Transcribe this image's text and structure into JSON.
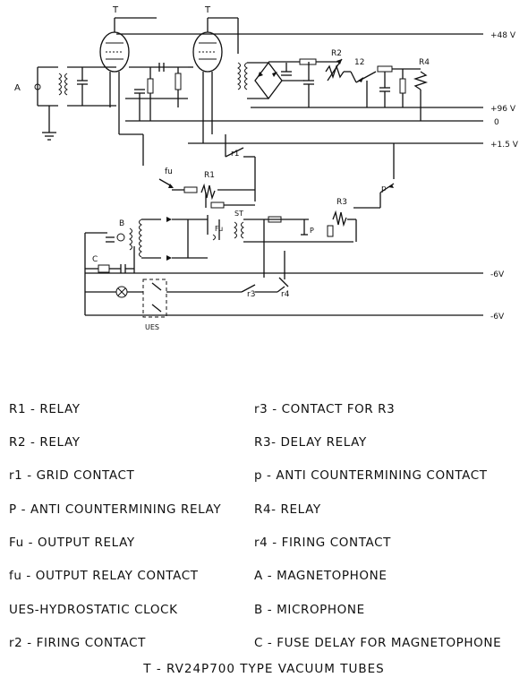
{
  "rail_labels": [
    "+48 V",
    "+96 V",
    "0",
    "+1.5 V",
    "-6V",
    "-6V"
  ],
  "component_labels": {
    "T1": "T",
    "T2": "T",
    "A": "A",
    "R2": "R2",
    "R4": "R4",
    "n12": "12",
    "r1": "r1",
    "fu": "fu",
    "R1": "R1",
    "Fu": "Fu",
    "ST": "ST",
    "R3": "R3",
    "P": "P",
    "p": "p",
    "B": "B",
    "C": "C",
    "r3": "r3",
    "r4": "r4",
    "UES": "UES"
  },
  "legend_left": [
    "R1 - RELAY",
    "R2 - RELAY",
    "r1 - GRID CONTACT",
    "P - ANTI COUNTERMINING RELAY",
    "Fu - OUTPUT RELAY",
    "fu - OUTPUT RELAY CONTACT",
    "UES-HYDROSTATIC CLOCK",
    "r2 - FIRING CONTACT"
  ],
  "legend_right": [
    "r3 - CONTACT FOR R3",
    "R3- DELAY RELAY",
    "p - ANTI COUNTERMINING CONTACT",
    "R4- RELAY",
    "r4 - FIRING CONTACT",
    "A - MAGNETOPHONE",
    "B - MICROPHONE",
    "C - FUSE DELAY FOR MAGNETOPHONE"
  ],
  "footer": "T - RV24P700 TYPE VACUUM TUBES"
}
